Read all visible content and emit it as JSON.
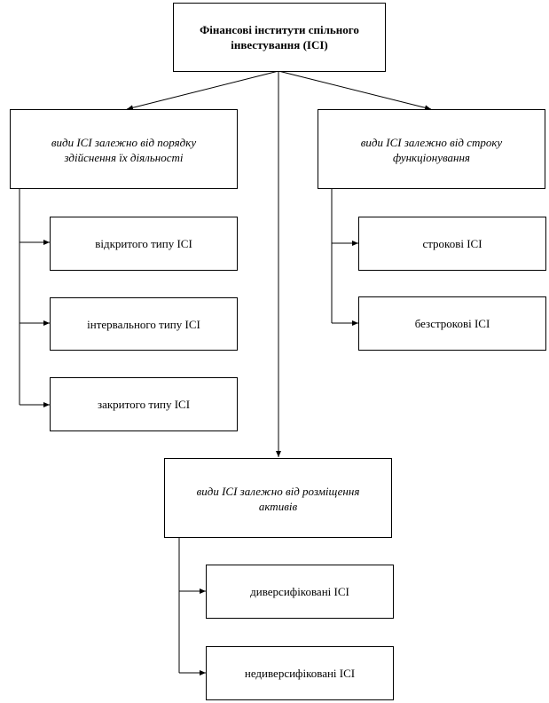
{
  "root": {
    "label": "Фінансові інститути спільного інвестування (ІСІ)"
  },
  "categories": {
    "by_activity": {
      "label": "види ІСІ залежно від порядку здійснення їх діяльності",
      "items": [
        "відкритого типу ІСІ",
        "інтервального типу ІСІ",
        "закритого типу ІСІ"
      ]
    },
    "by_term": {
      "label": "види ІСІ залежно від строку функціонування",
      "items": [
        "строкові ІСІ",
        "безстрокові ІСІ"
      ]
    },
    "by_assets": {
      "label": "види ІСІ залежно від розміщення активів",
      "items": [
        "диверсифіковані ІСІ",
        "недиверсифіковані ІСІ"
      ]
    }
  },
  "colors": {
    "line": "#000000",
    "background": "#ffffff"
  }
}
